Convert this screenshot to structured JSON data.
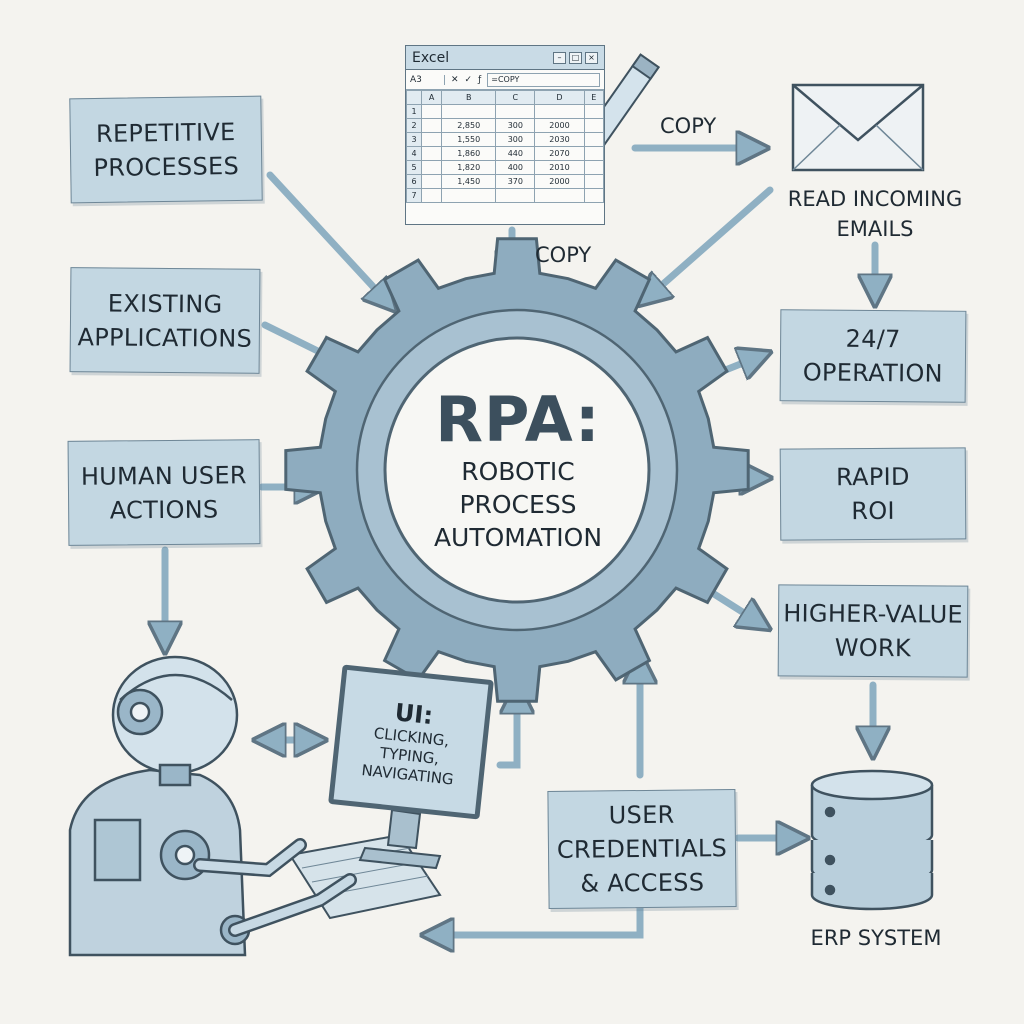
{
  "center": {
    "title": "RPA:",
    "subtitle_lines": [
      "ROBOTIC",
      "PROCESS",
      "AUTOMATION"
    ]
  },
  "inputs": {
    "repetitive_processes": [
      "REPETITIVE",
      "PROCESSES"
    ],
    "existing_applications": [
      "EXISTING",
      "APPLICATIONS"
    ],
    "human_user_actions": [
      "HUMAN USER",
      "ACTIONS"
    ]
  },
  "outputs": {
    "operation": [
      "24/7",
      "OPERATION"
    ],
    "rapid_roi": [
      "RAPID",
      "ROI"
    ],
    "higher_value_work": [
      "HIGHER-VALUE",
      "WORK"
    ]
  },
  "credentials": [
    "USER",
    "CREDENTIALS",
    "& ACCESS"
  ],
  "labels": {
    "copy_right": "COPY",
    "copy_down": "COPY",
    "read_emails": [
      "READ INCOMING",
      "EMAILS"
    ],
    "erp_system": "ERP SYSTEM"
  },
  "ui_screen": {
    "title": "UI:",
    "lines": [
      "CLICKING,",
      "TYPING,",
      "NAVIGATING"
    ]
  },
  "excel": {
    "title": "Excel",
    "cell_ref": "A3",
    "formula": "=COPY",
    "columns": [
      "",
      "A",
      "B",
      "C",
      "D",
      "E"
    ],
    "rows": [
      [
        "1",
        "",
        "",
        "",
        "",
        ""
      ],
      [
        "2",
        "",
        "2,850",
        "300",
        "2000",
        ""
      ],
      [
        "3",
        "",
        "1,550",
        "300",
        "2030",
        ""
      ],
      [
        "4",
        "",
        "1,860",
        "440",
        "2070",
        ""
      ],
      [
        "5",
        "",
        "1,820",
        "400",
        "2010",
        ""
      ],
      [
        "6",
        "",
        "1,450",
        "370",
        "2000",
        ""
      ],
      [
        "7",
        "",
        "",
        "",
        "",
        ""
      ]
    ]
  },
  "colors": {
    "box_fill": "#c3d7e2",
    "gear_fill": "#8eacbf",
    "gear_stroke": "#4f6573",
    "arrow": "#6f8797",
    "paper": "#f4f3ef"
  }
}
